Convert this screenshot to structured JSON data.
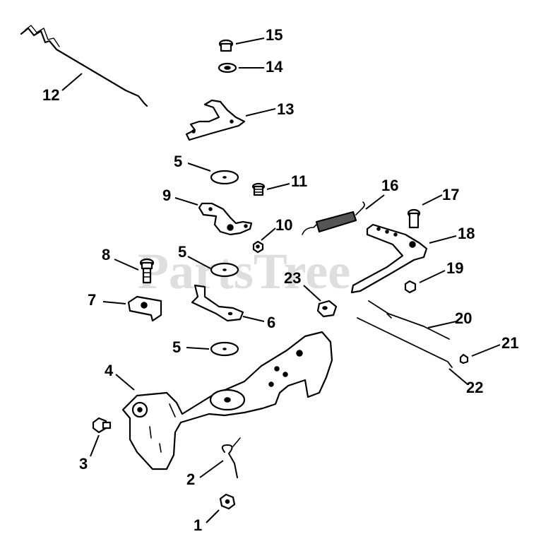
{
  "watermark": "PartsTree",
  "callouts": [
    "1",
    "2",
    "3",
    "4",
    "5",
    "5",
    "5",
    "6",
    "7",
    "8",
    "9",
    "10",
    "11",
    "12",
    "13",
    "14",
    "15",
    "16",
    "17",
    "18",
    "19",
    "20",
    "21",
    "22",
    "23"
  ]
}
